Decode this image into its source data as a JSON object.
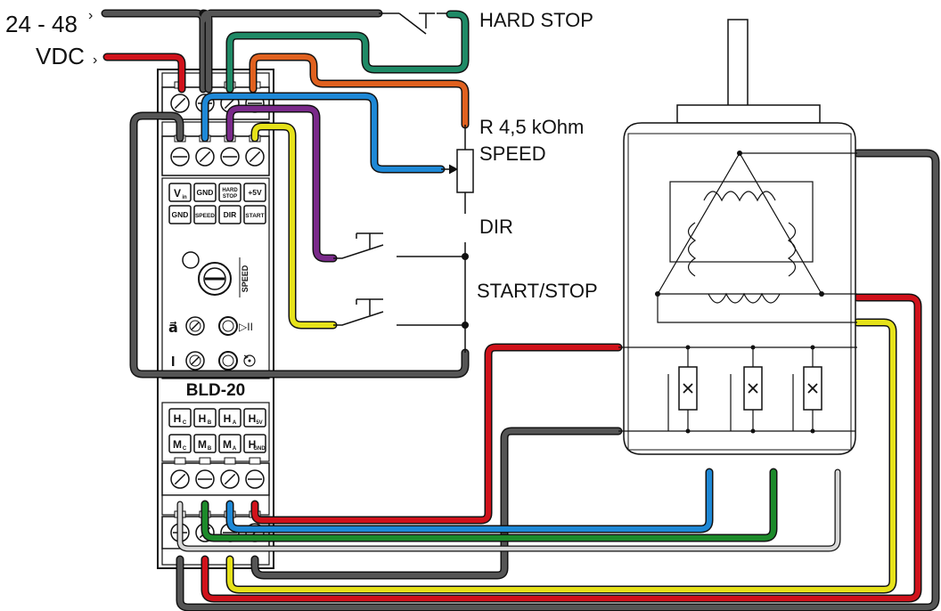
{
  "labels": {
    "supply_voltage": "24 - 48",
    "supply_unit": "VDC",
    "hard_stop": "HARD STOP",
    "resistor_value": "R 4,5 kOhm",
    "speed": "SPEED",
    "dir": "DIR",
    "start_stop": "START/STOP",
    "model": "BLD-20",
    "knob_label": "SPEED"
  },
  "terminals": {
    "top_row1": [
      {
        "label": "V",
        "sub": "in"
      },
      {
        "label": "GND"
      },
      {
        "label": "HARD",
        "label2": "STOP"
      },
      {
        "label": "+5V"
      }
    ],
    "top_row2": [
      {
        "label": "GND"
      },
      {
        "label": "SPEED"
      },
      {
        "label": "DIR"
      },
      {
        "label": "START"
      }
    ],
    "bottom_row1": [
      {
        "label": "H",
        "sub": "C"
      },
      {
        "label": "H",
        "sub": "B"
      },
      {
        "label": "H",
        "sub": "A"
      },
      {
        "label": "H",
        "sub": "5V"
      }
    ],
    "bottom_row2": [
      {
        "label": "M",
        "sub": "C"
      },
      {
        "label": "M",
        "sub": "B"
      },
      {
        "label": "M",
        "sub": "A"
      },
      {
        "label": "H",
        "sub": "GND"
      }
    ]
  },
  "indicators": {
    "accel": "a⃗",
    "current": "I",
    "play_pause": "▷II"
  },
  "colors": {
    "red": "#d0121b",
    "black": "#444444",
    "green": "#1f8a66",
    "orange": "#e0611f",
    "blue": "#1e88d6",
    "purple": "#7a2a8a",
    "yellow": "#e6e21a",
    "hall_green": "#1c8a2a",
    "light_grey": "#cfcfcf",
    "dark_grey": "#555555"
  }
}
